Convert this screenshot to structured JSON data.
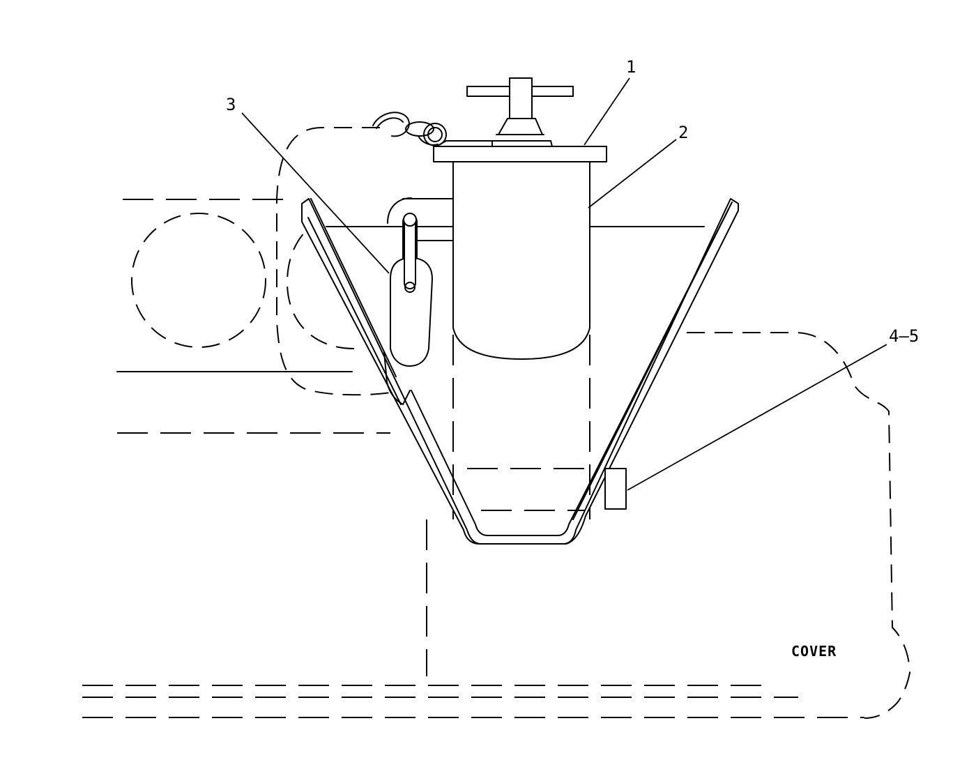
{
  "callouts": {
    "c1": "1",
    "c2": "2",
    "c3": "3",
    "c45": "4–5"
  },
  "notes": {
    "cover": "COVER"
  }
}
